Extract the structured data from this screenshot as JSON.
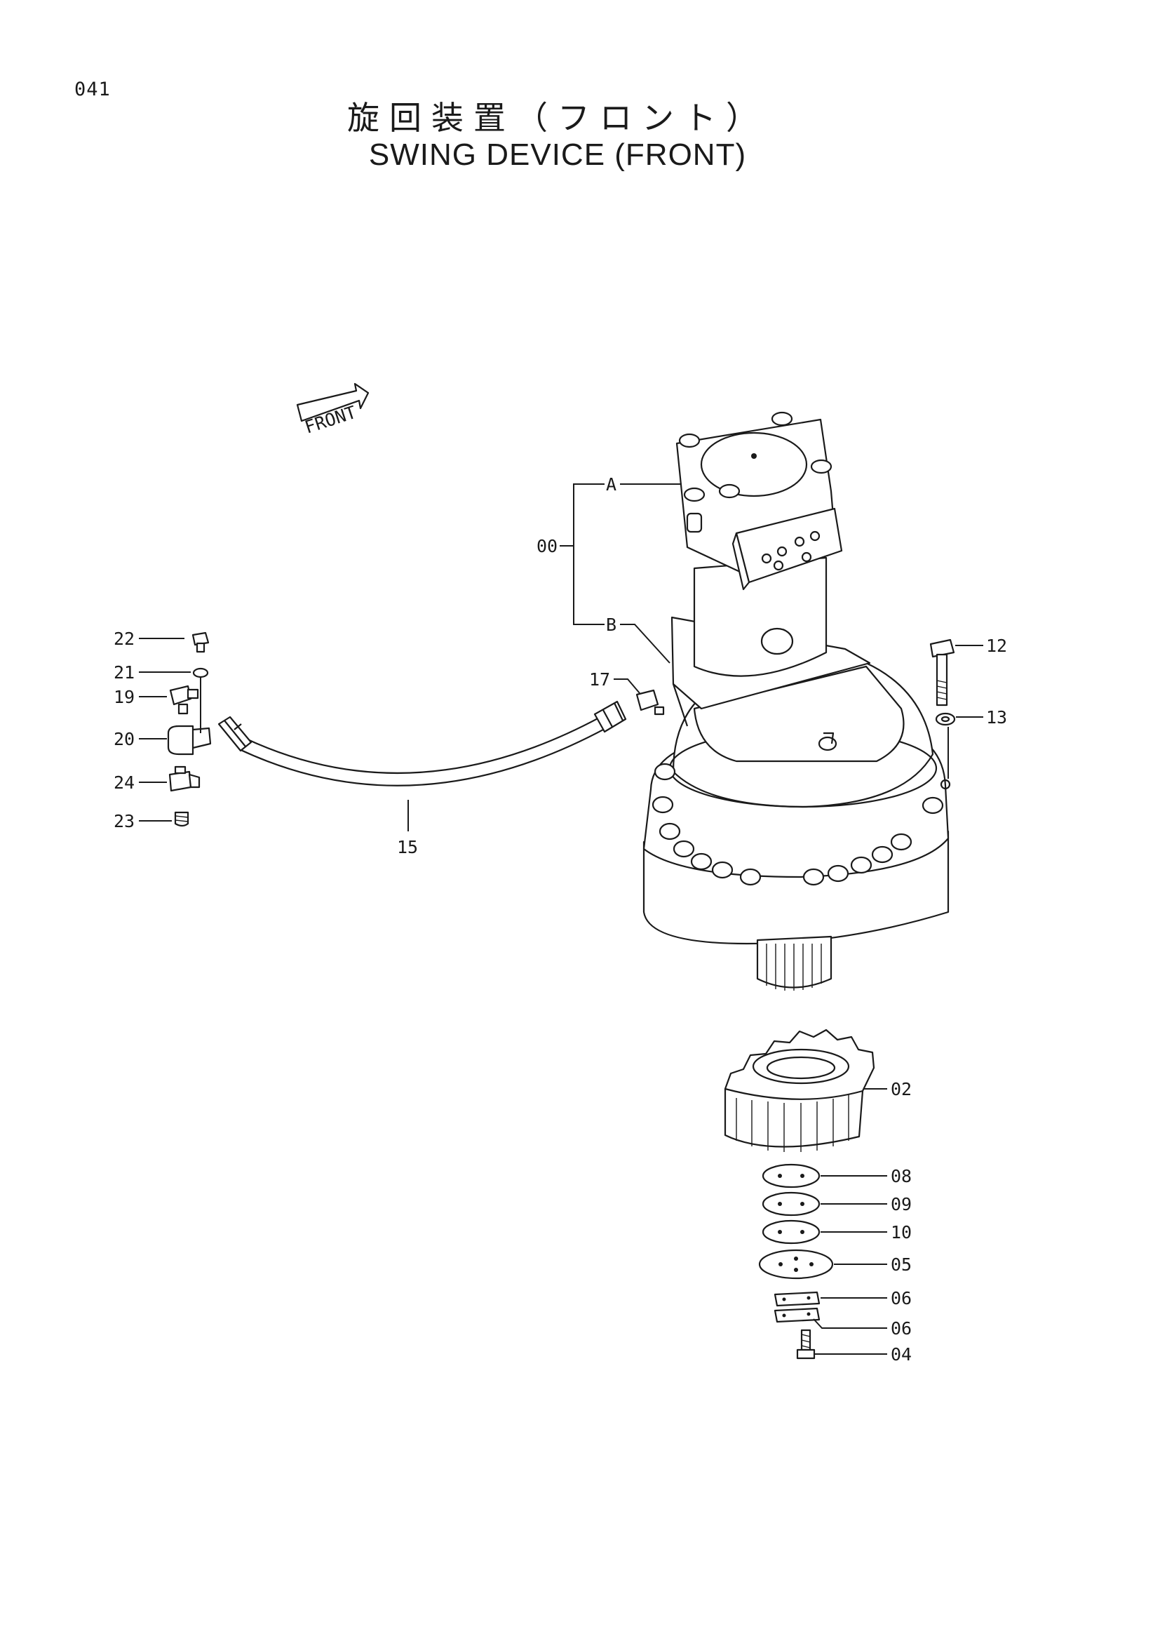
{
  "header": {
    "page_number": "041",
    "title_jp": "旋回装置（フロント）",
    "title_en": "SWING DEVICE (FRONT)"
  },
  "front_arrow": {
    "label": "FRONT"
  },
  "callouts": {
    "p00": "00",
    "pA": "A",
    "pB": "B",
    "p22": "22",
    "p21": "21",
    "p19": "19",
    "p20": "20",
    "p24": "24",
    "p23": "23",
    "p17": "17",
    "p15": "15",
    "p12": "12",
    "p13": "13",
    "p02": "02",
    "p08": "08",
    "p09": "09",
    "p10": "10",
    "p05": "05",
    "p06a": "06",
    "p06b": "06",
    "p04": "04"
  }
}
